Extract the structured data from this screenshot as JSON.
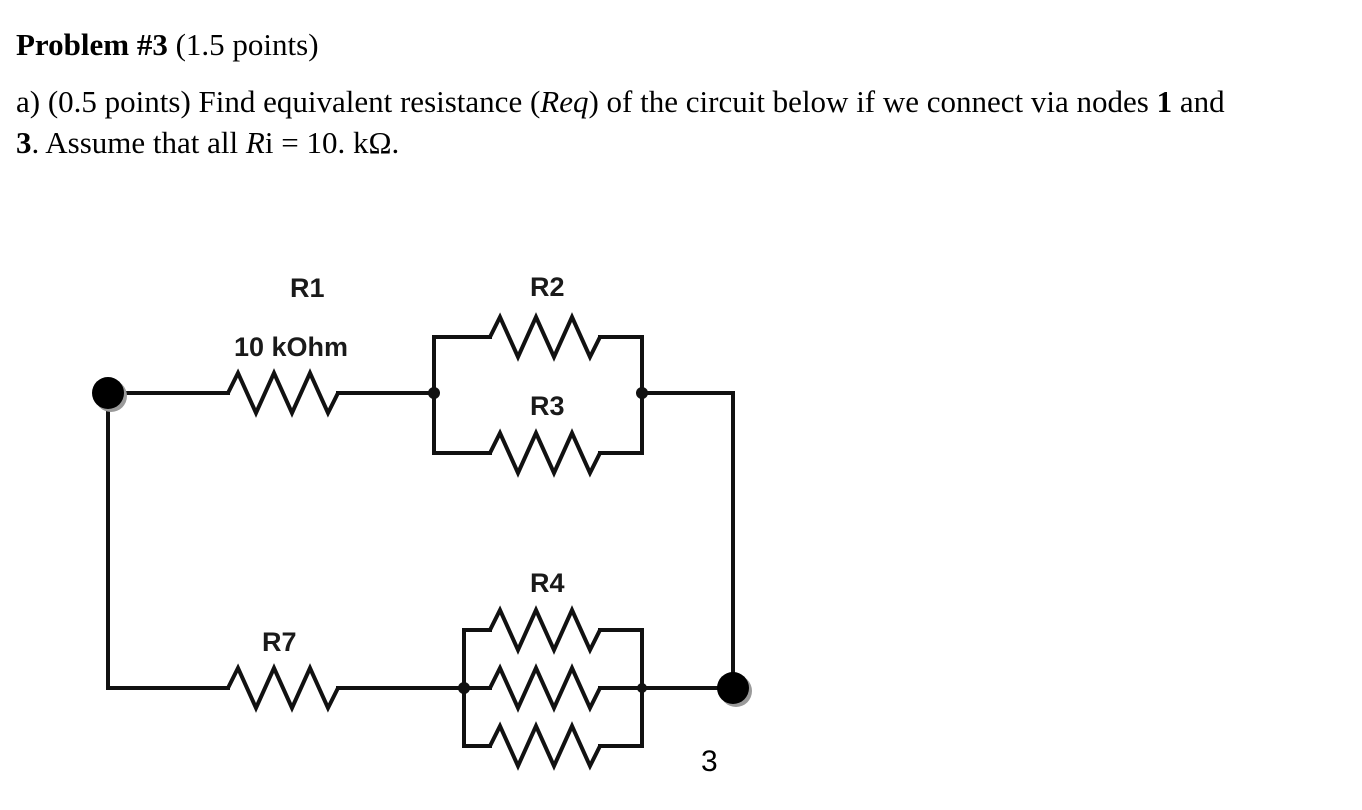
{
  "problem": {
    "heading_bold": "Problem #3",
    "heading_rest": " (1.5 points)",
    "part_a": {
      "t1": "a) (0.5 points) Find equivalent resistance (",
      "req_symbol": "Req",
      "t2": ") of the circuit below if we connect via nodes ",
      "node_a": "1",
      "t3": " and",
      "node_b": "3",
      "t4": ". Assume that all ",
      "ri_r": "R",
      "ri_i": "i",
      "t5": " = 10. kΩ."
    }
  },
  "circuit": {
    "labels": {
      "r1": "R1",
      "r1_value": "10 kOhm",
      "r2": "R2",
      "r3": "R3",
      "r4": "R4",
      "r7": "R7",
      "node_3": "3"
    }
  }
}
